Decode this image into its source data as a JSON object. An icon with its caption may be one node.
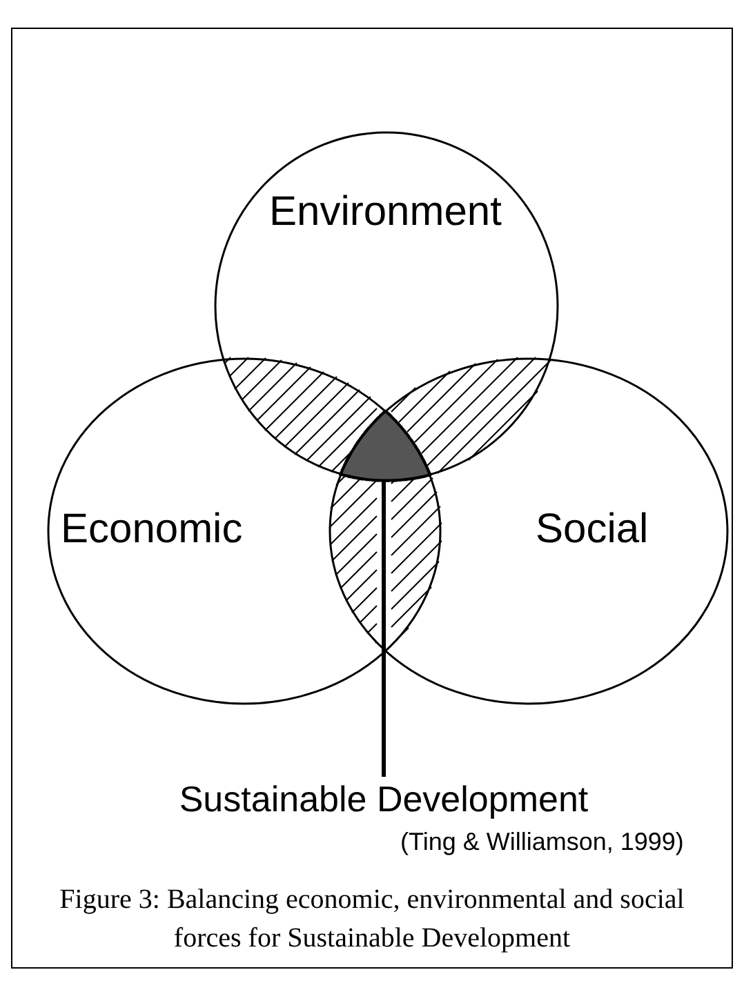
{
  "diagram": {
    "caption": "Figure 3: Balancing economic, environmental and social forces for Sustainable Development",
    "nodes": [
      {
        "text": [
          "Environment"
        ]
      },
      {
        "text": [
          "Economic"
        ]
      },
      {
        "text": [
          "Social"
        ]
      },
      {
        "text": [
          "Sustainable Development"
        ]
      },
      {
        "text": [],
        "shape": "region"
      }
    ],
    "edges": [
      {
        "from": 3,
        "to": 4,
        "arrow": "none"
      }
    ],
    "labels": [
      "(Ting & Williamson, 1999)"
    ]
  }
}
